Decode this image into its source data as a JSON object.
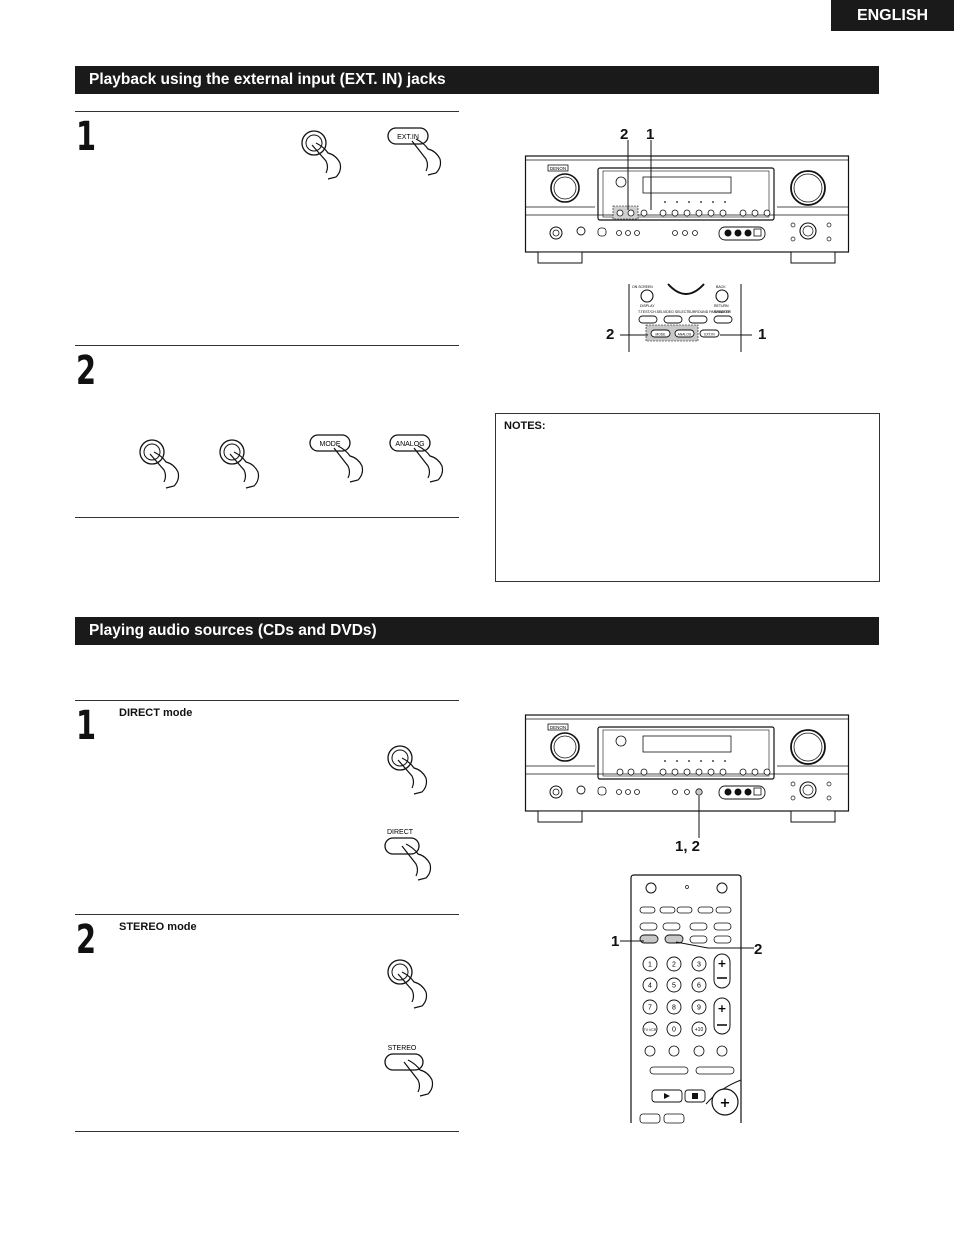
{
  "header": {
    "language": "ENGLISH"
  },
  "section1": {
    "title": "Playback using the external input (EXT. IN) jacks",
    "step1": {
      "number": "1",
      "remote_button": "EXT.IN"
    },
    "step2": {
      "number": "2",
      "remote_buttons": [
        "MODE",
        "ANALOG"
      ]
    },
    "callouts_receiver": [
      "2",
      "1"
    ],
    "callouts_remote": [
      "2",
      "1"
    ],
    "remote_labels": [
      "ON SCREEN",
      "BACK",
      "DISPLAY",
      "RETURN",
      "T.TEST/CH.SEL",
      "VIDEO SELECT",
      "SURROUND PARAMETER",
      "SPEAKER",
      "MODE",
      "ANALOG",
      "EXT.IN"
    ]
  },
  "notes": {
    "label": "NOTES:"
  },
  "section2": {
    "title": "Playing audio sources (CDs and DVDs)",
    "step1": {
      "number": "1",
      "label": "DIRECT mode",
      "remote_button": "DIRECT"
    },
    "step2": {
      "number": "2",
      "label": "STEREO mode",
      "remote_button": "STEREO"
    },
    "callout_receiver": "1, 2",
    "callouts_remote": [
      "1",
      "2"
    ],
    "keypad": [
      "1",
      "2",
      "3",
      "4",
      "5",
      "6",
      "7",
      "8",
      "9",
      "TV VCR",
      "0",
      "+10"
    ]
  },
  "brand": {
    "logo": "DENON"
  },
  "colors": {
    "bar": "#1a1a1a",
    "highlight": "#c8c8c8"
  }
}
